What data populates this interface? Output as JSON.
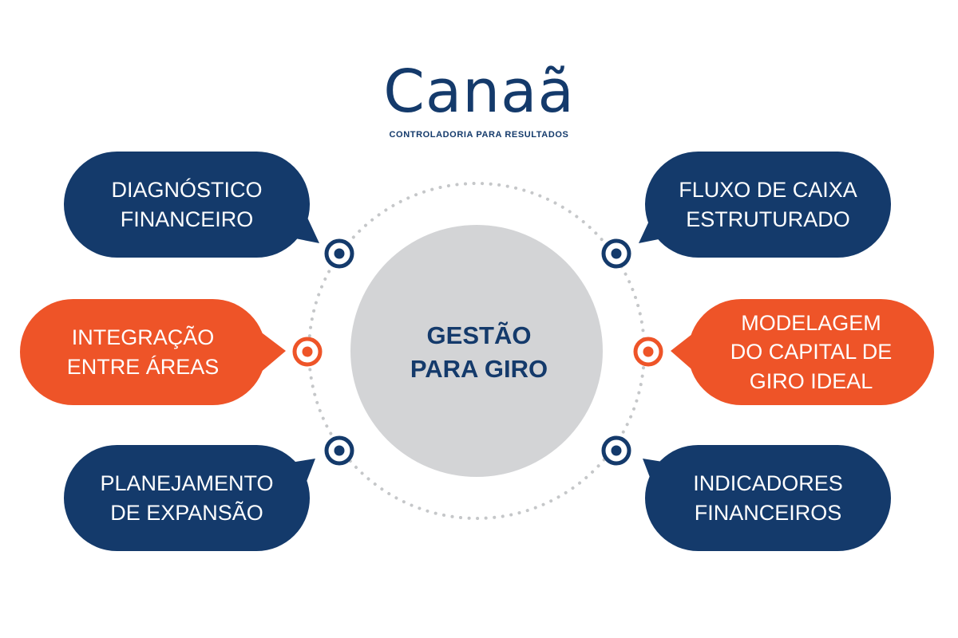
{
  "brand": {
    "name": "Canaã",
    "tagline": "CONTROLADORIA PARA RESULTADOS",
    "color": "#143a6b"
  },
  "center": {
    "line1": "GESTÃO",
    "line2": "PARA GIRO",
    "fill": "#d3d4d6"
  },
  "colors": {
    "navy": "#143a6b",
    "orange": "#ee5428",
    "dots": "#c5c7c9"
  },
  "bubbles": [
    {
      "id": "diagnostico",
      "lines": [
        "DIAGNÓSTICO",
        "FINANCEIRO"
      ],
      "color": "navy"
    },
    {
      "id": "fluxo",
      "lines": [
        "FLUXO DE CAIXA",
        "ESTRUTURADO"
      ],
      "color": "navy"
    },
    {
      "id": "integracao",
      "lines": [
        "INTEGRAÇÃO",
        "ENTRE ÁREAS"
      ],
      "color": "orange"
    },
    {
      "id": "modelagem",
      "lines": [
        "MODELAGEM",
        "DO CAPITAL DE",
        "GIRO IDEAL"
      ],
      "color": "orange"
    },
    {
      "id": "planejamento",
      "lines": [
        "PLANEJAMENTO",
        "DE EXPANSÃO"
      ],
      "color": "navy"
    },
    {
      "id": "indicadores",
      "lines": [
        "INDICADORES",
        "FINANCEIROS"
      ],
      "color": "navy"
    }
  ],
  "markers": [
    {
      "id": "top-left",
      "color": "navy"
    },
    {
      "id": "top-right",
      "color": "navy"
    },
    {
      "id": "mid-left",
      "color": "orange"
    },
    {
      "id": "mid-right",
      "color": "orange"
    },
    {
      "id": "bottom-left",
      "color": "navy"
    },
    {
      "id": "bottom-right",
      "color": "navy"
    }
  ]
}
